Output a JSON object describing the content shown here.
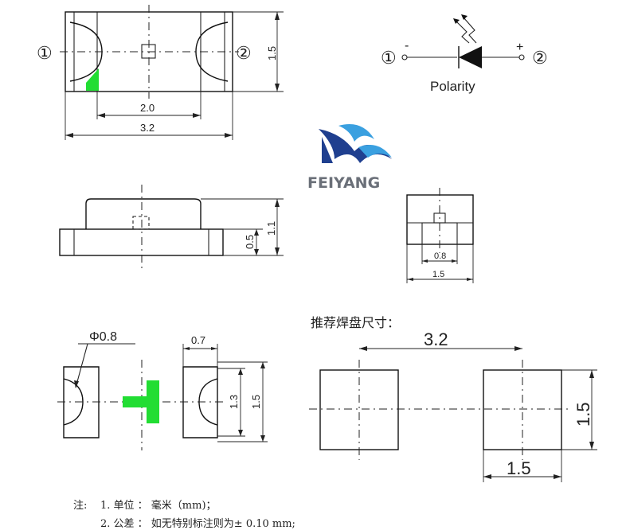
{
  "pins": {
    "pin1": "①",
    "pin2": "②"
  },
  "top_view": {
    "height": "1.5",
    "inner_width": "2.0",
    "total_width": "3.2"
  },
  "symbol": {
    "minus": "-",
    "plus": "+",
    "caption": "Polarity"
  },
  "logo": {
    "text": "FEIYANG"
  },
  "side_view": {
    "total_height": "1.1",
    "base_height": "0.5"
  },
  "end_view": {
    "pad_width": "0.8",
    "total_width": "1.5"
  },
  "bottom_view": {
    "hole": "Φ0.8",
    "pad_width": "0.7",
    "inner_height": "1.3",
    "total_height": "1.5"
  },
  "solder_pad": {
    "title": "推荐焊盘尺寸：",
    "span": "3.2",
    "height": "1.5",
    "width": "1.5"
  },
  "notes": {
    "label": "注:",
    "line1": "1. 单位 ： 毫米（mm)；",
    "line2": "2. 公差 ： 如无特别标注则为± 0.10 mm;"
  },
  "colors": {
    "marker_green": "#22dd33",
    "logo_blue": "#1f3f8f",
    "logo_light_blue": "#3aa0e0",
    "logo_text": "#6a6f78"
  }
}
